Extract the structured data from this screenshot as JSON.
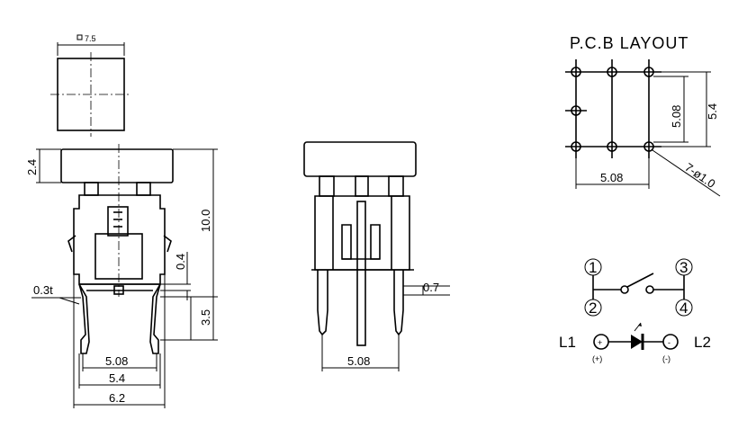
{
  "front_view": {
    "cap_size": "7.5",
    "cap_height": "2.4",
    "total_height": "10.0",
    "gap": "0.4",
    "lead_thickness": "0.3t",
    "lead_length": "3.5",
    "pitch": "5.08",
    "width_inner": "5.4",
    "width_outer": "6.2"
  },
  "side_view": {
    "lead_width": "0.7",
    "pitch": "5.08"
  },
  "pcb_layout": {
    "title": "P.C.B LAYOUT",
    "pitch_v": "5.08",
    "span_v": "5.4",
    "pitch_h": "5.08",
    "holes": "7-ø1.0"
  },
  "schematic": {
    "pin1": "1",
    "pin2": "2",
    "pin3": "3",
    "pin4": "4",
    "led_l1": "L1",
    "led_l2": "L2",
    "plus": "(+)",
    "minus": "(-)"
  }
}
